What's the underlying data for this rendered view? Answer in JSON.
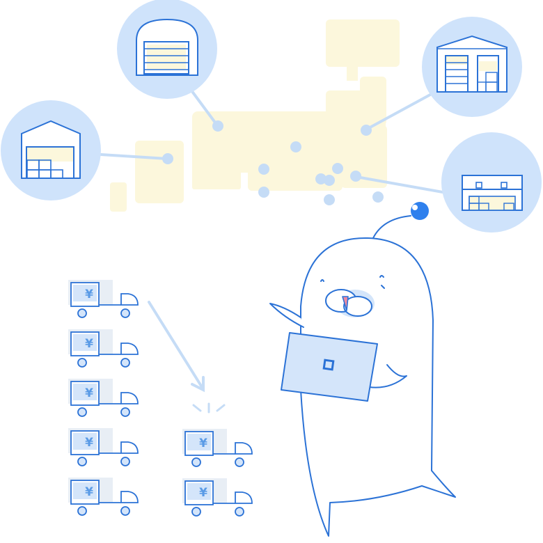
{
  "illustration": {
    "colors": {
      "map_land": "#fcf7dc",
      "circle_fill": "#cfe3fb",
      "line": "#2b72d6",
      "line_light": "#c5dcf6",
      "truck_body": "#e8eef5",
      "truck_panel": "#d4e5fa",
      "laptop": "#d4e5fa",
      "tongue": "#f08aa0",
      "antenna_ball": "#2f80ed"
    },
    "warehouses": [
      {
        "name": "warehouse-hangar-icon"
      },
      {
        "name": "warehouse-shelves-icon"
      },
      {
        "name": "warehouse-tall-icon"
      },
      {
        "name": "warehouse-grid-icon"
      }
    ],
    "truck_symbol": "¥",
    "trucks_left_count": 5,
    "trucks_right_count": 2,
    "mascot": "seal-with-laptop"
  }
}
